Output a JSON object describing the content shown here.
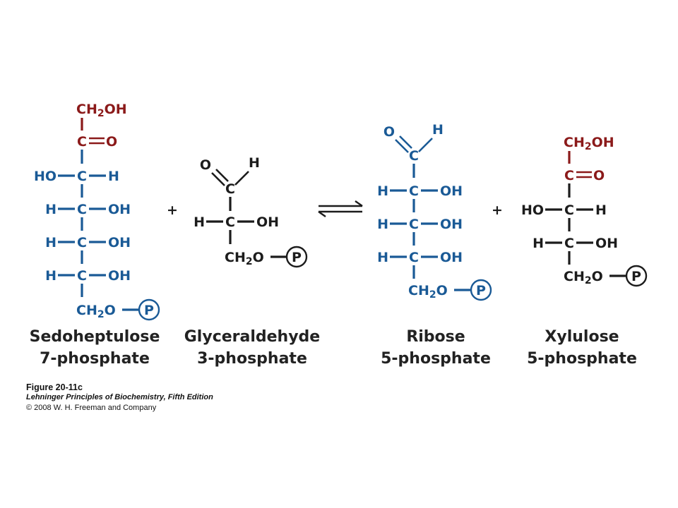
{
  "colors": {
    "blue": "#1a5a96",
    "red": "#8b1a1a",
    "black": "#1c1c1c",
    "label": "#222222"
  },
  "icons": {
    "phosphate": "circled-P",
    "equilibrium": "double-half-arrow"
  },
  "molecules": [
    {
      "name_line1": "Sedoheptulose",
      "name_line2": "7-phosphate"
    },
    {
      "name_line1": "Glyceraldehyde",
      "name_line2": "3-phosphate"
    },
    {
      "name_line1": "Ribose",
      "name_line2": "5-phosphate"
    },
    {
      "name_line1": "Xylulose",
      "name_line2": "5-phosphate"
    }
  ],
  "reaction": {
    "plus": "+"
  },
  "caption": {
    "figure": "Figure 20-11c",
    "book": "Lehninger Principles of Biochemistry, Fifth Edition",
    "copyright": "© 2008 W. H. Freeman and Company"
  }
}
